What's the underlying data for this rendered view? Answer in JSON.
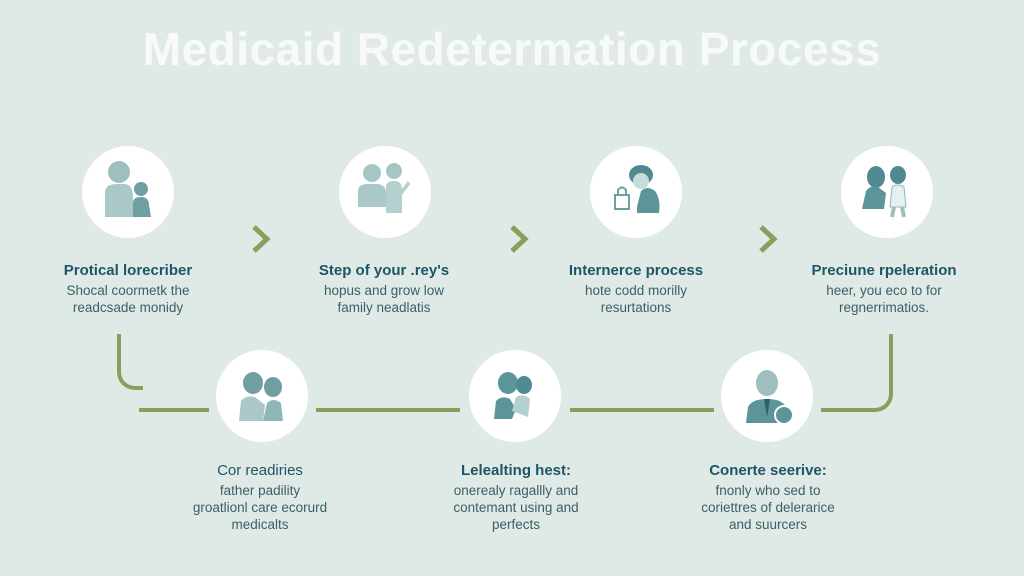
{
  "title": "Medicaid Redetermation Process",
  "colors": {
    "background": "#dfeae6",
    "title": "#f7faf9",
    "connector": "#87a05b",
    "heading": "#1e5567",
    "body_text": "#3d5e66",
    "icon_fill": "#8fb7b8",
    "icon_dark": "#5c9598"
  },
  "top_row": [
    {
      "icon": "doctor-with-child-icon",
      "title": "Protical lorecriber",
      "desc_lines": [
        "Shocal coormetk the",
        "readcsade monidy"
      ]
    },
    {
      "icon": "doctor-with-patient-icon",
      "title": "Step of your .rey's",
      "desc_lines": [
        "hopus and grow low",
        "family neadlatis"
      ]
    },
    {
      "icon": "person-with-lock-icon",
      "title": "Internerce process",
      "desc_lines": [
        "hote codd morilly",
        "resurtations"
      ]
    },
    {
      "icon": "parent-with-child-icon",
      "title": "Preciune rpeleration",
      "desc_lines": [
        "heer, you eco to for",
        "regnerrimatios."
      ]
    }
  ],
  "bottom_row": [
    {
      "icon": "father-with-child-icon",
      "title": "Cor readiries",
      "desc_lines": [
        "father padility",
        "groatlionl care ecorurd",
        "medicalts"
      ]
    },
    {
      "icon": "mother-with-baby-icon",
      "title": "Lelealting hest:",
      "desc_lines": [
        "onerealy ragallly and",
        "contemant using and",
        "perfects"
      ]
    },
    {
      "icon": "businessman-icon",
      "title": "Conerte seerive:",
      "desc_lines": [
        "fnonly who sed to",
        "coriettres of delerarice",
        "and suurcers"
      ]
    }
  ],
  "arrows": [
    "chevron-right-icon",
    "chevron-right-icon",
    "chevron-right-icon"
  ]
}
